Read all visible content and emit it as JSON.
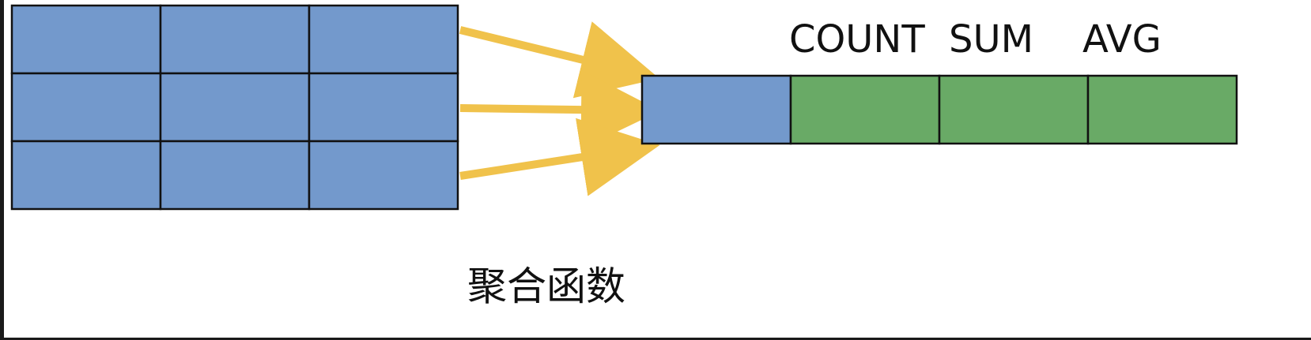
{
  "diagram": {
    "column_labels": [
      "COUNT",
      "SUM",
      "AVG"
    ],
    "caption": "聚合函数",
    "source_table": {
      "rows": 3,
      "columns": 3
    },
    "result_row": {
      "cells": 4
    },
    "colors": {
      "source_cell": "#7399cc",
      "result_key_cell": "#7399cc",
      "aggregate_cell": "#69aa66",
      "arrow": "#f0c24b",
      "border": "#111111"
    }
  }
}
